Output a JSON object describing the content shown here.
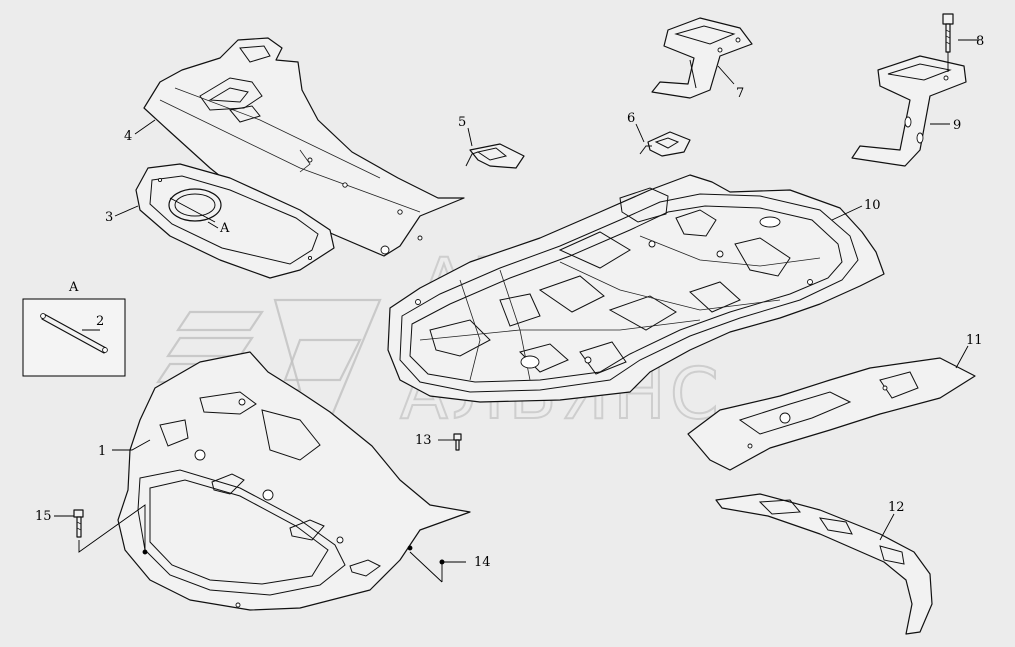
{
  "callouts": [
    {
      "id": "callout-1",
      "label": "1"
    },
    {
      "id": "callout-2",
      "label": "2"
    },
    {
      "id": "callout-3",
      "label": "3"
    },
    {
      "id": "callout-4",
      "label": "4"
    },
    {
      "id": "callout-5",
      "label": "5"
    },
    {
      "id": "callout-6",
      "label": "6"
    },
    {
      "id": "callout-7",
      "label": "7"
    },
    {
      "id": "callout-8",
      "label": "8"
    },
    {
      "id": "callout-9",
      "label": "9"
    },
    {
      "id": "callout-10",
      "label": "10"
    },
    {
      "id": "callout-11",
      "label": "11"
    },
    {
      "id": "callout-12",
      "label": "12"
    },
    {
      "id": "callout-13",
      "label": "13"
    },
    {
      "id": "callout-14",
      "label": "14"
    },
    {
      "id": "callout-15",
      "label": "15"
    }
  ],
  "view_marker": "A",
  "detail_view_title": "A",
  "watermark": {
    "line1": "АВТО",
    "line2": "АЛЬЯНС"
  }
}
